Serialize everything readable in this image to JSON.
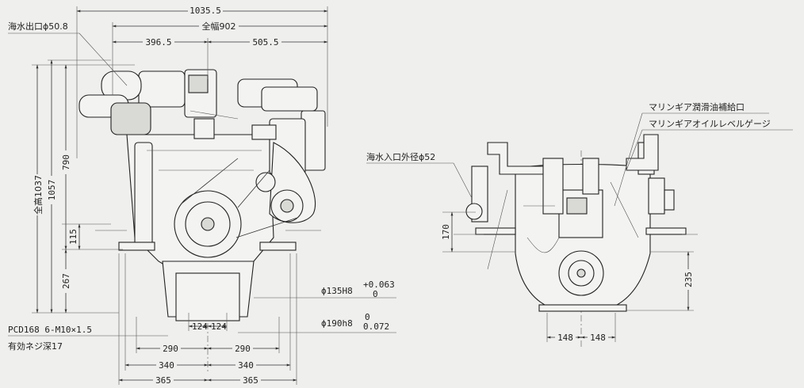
{
  "labels": {
    "seawater_outlet": "海水出口ϕ50.8",
    "seawater_inlet": "海水入口外径ϕ52",
    "marine_gear_fill": "マリンギア潤滑油補給口",
    "marine_gear_gauge": "マリンギアオイルレベルゲージ",
    "pcd": "PCD168  6-M10×1.5",
    "thread_depth": "有効ネジ深17"
  },
  "dimensions": {
    "overall_length": "1035.5",
    "full_width": "全幅902",
    "left_half": "396.5",
    "right_half": "505.5",
    "overall_height": "全高1037",
    "height_1057": "1057",
    "height_790": "790",
    "height_115": "115",
    "height_267": "267",
    "tol_135_base": "ϕ135H8",
    "tol_135_upper": "+0.063",
    "tol_135_lower": "0",
    "tol_190_base": "ϕ190h8",
    "tol_190_upper": "0",
    "tol_190_lower": "0.072",
    "d124_left": "124",
    "d124_right": "124",
    "d290_left": "290",
    "d290_right": "290",
    "d340_left": "340",
    "d340_right": "340",
    "d365_left": "365",
    "d365_right": "365",
    "d170": "170",
    "d235": "235",
    "d148_left": "148",
    "d148_right": "148"
  }
}
